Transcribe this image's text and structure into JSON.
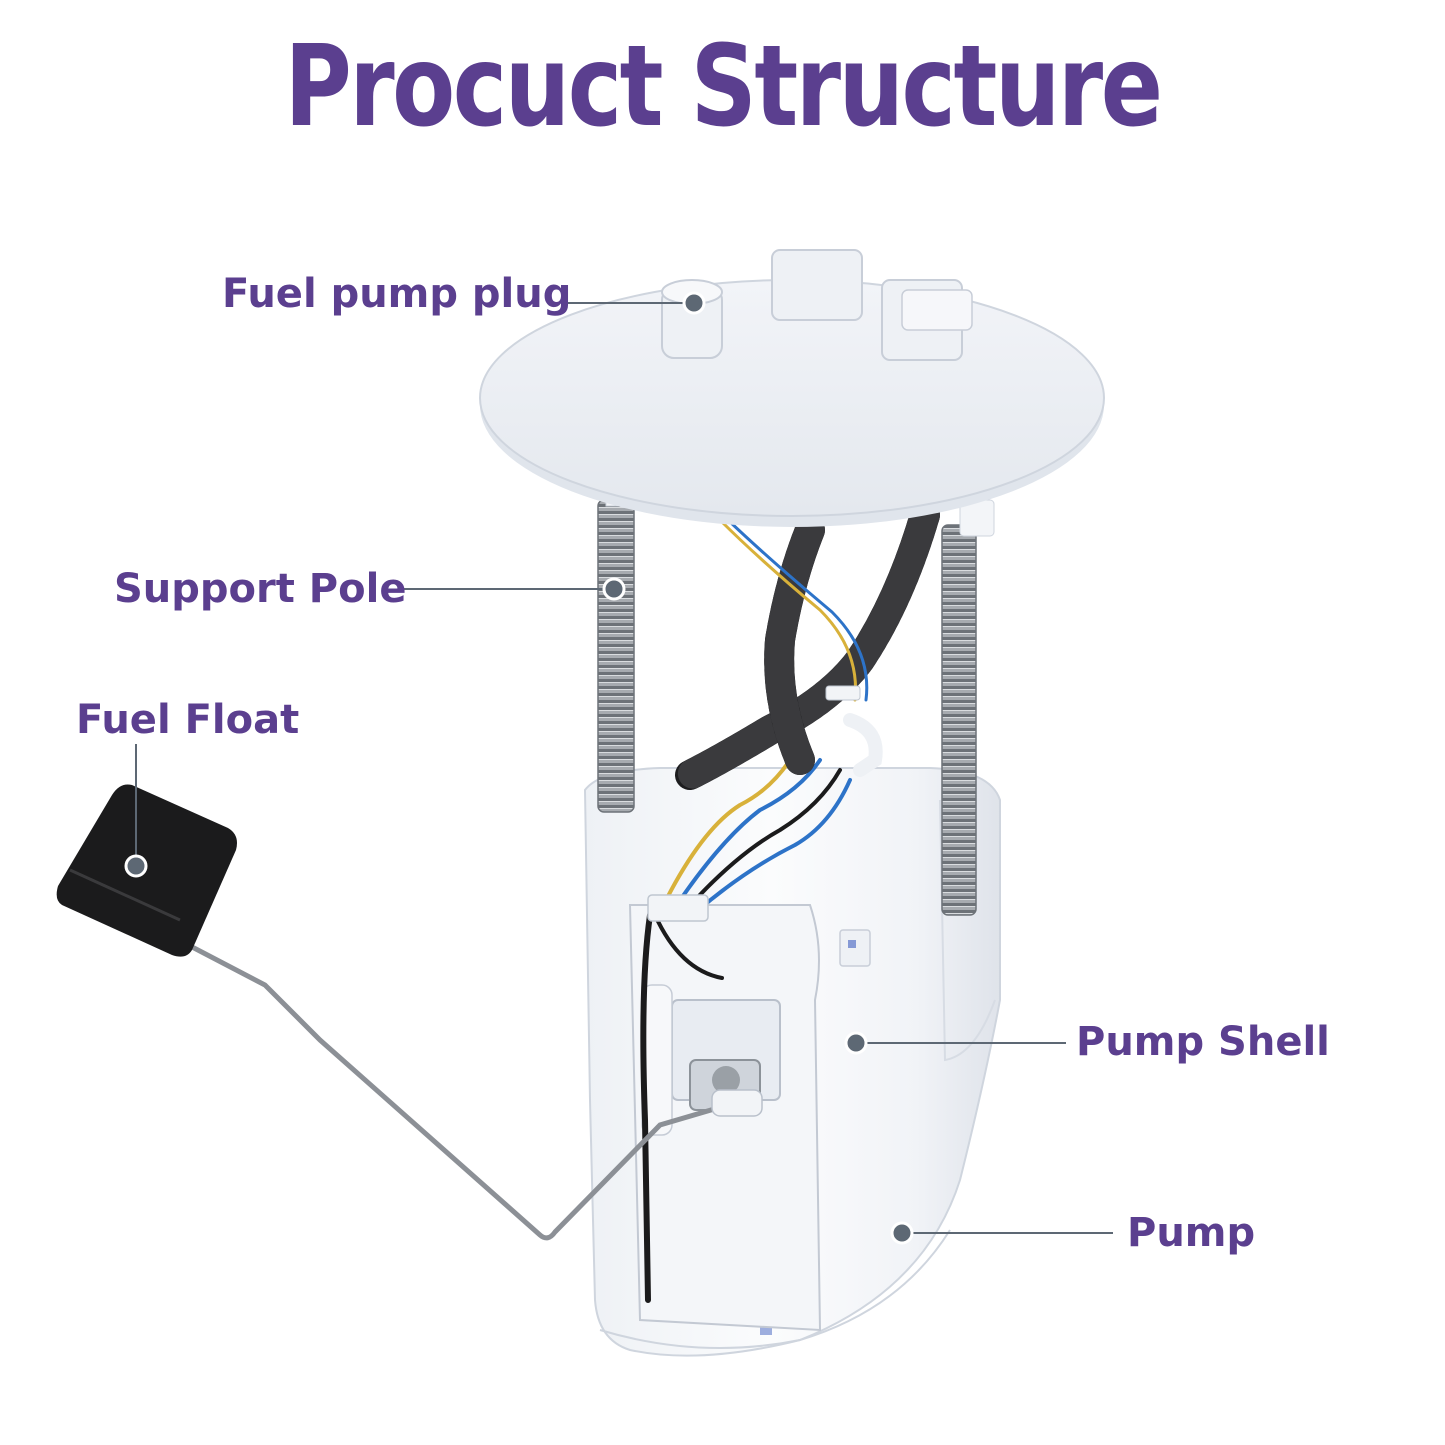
{
  "title": "Procuct Structure",
  "colors": {
    "title": "#5b3f8f",
    "label": "#5b3f8f",
    "leader": "#5d6874",
    "dot": "#5d6874",
    "plastic": "#f3f5f8",
    "plastic_shade": "#dde2ea",
    "hose": "#1d1d1f",
    "spring": "#9a9ea3",
    "rod": "#8c9096",
    "float": "#1b1b1c",
    "wire_blue": "#2d73c8",
    "wire_yellow": "#d8b13a"
  },
  "labels": {
    "fuel_pump_plug": "Fuel pump plug",
    "support_pole": "Support Pole",
    "fuel_float": "Fuel Float",
    "pump_shell": "Pump Shell",
    "pump": "Pump"
  }
}
